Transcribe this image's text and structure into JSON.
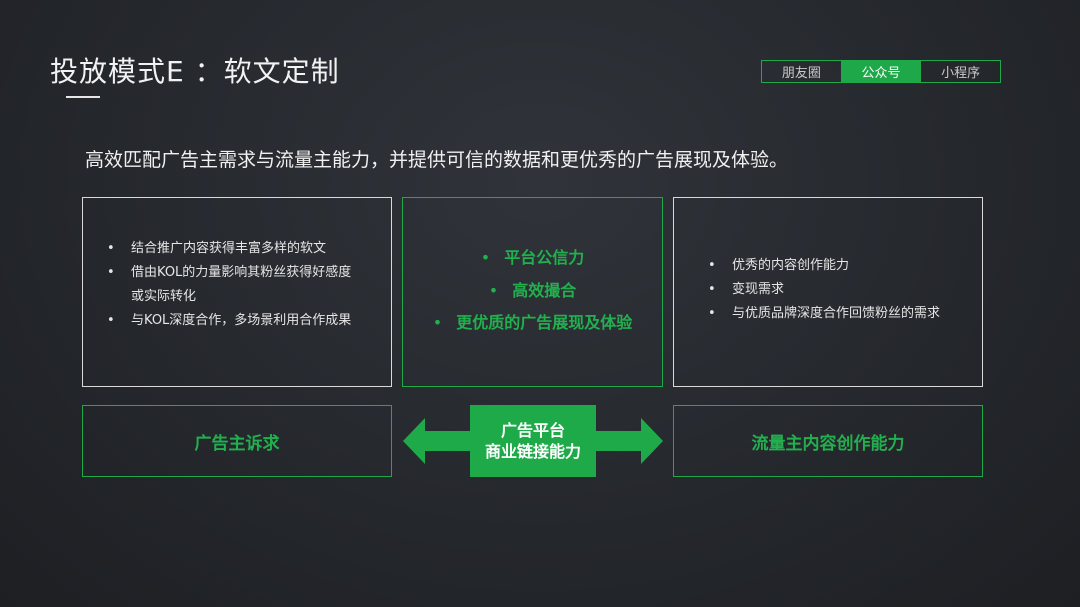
{
  "header": {
    "title": "投放模式E ：软文定制"
  },
  "tabs": [
    {
      "label": "朋友圈",
      "active": false
    },
    {
      "label": "公众号",
      "active": true
    },
    {
      "label": "小程序",
      "active": false
    }
  ],
  "subtitle": "高效匹配广告主需求与流量主能力，并提供可信的数据和更优秀的广告展现及体验。",
  "left_box": {
    "items": [
      "结合推广内容获得丰富多样的软文",
      "借由KOL的力量影响其粉丝获得好感度或实际转化",
      "与KOL深度合作，多场景利用合作成果"
    ]
  },
  "center_box": {
    "items": [
      "平台公信力",
      "高效撮合",
      "更优质的广告展现及体验"
    ]
  },
  "right_box": {
    "items": [
      "优秀的内容创作能力",
      "变现需求",
      "与优质品牌深度合作回馈粉丝的需求"
    ]
  },
  "bottom": {
    "left_label": "广告主诉求",
    "center_line1": "广告平台",
    "center_line2": "商业链接能力",
    "right_label": "流量主内容创作能力"
  },
  "colors": {
    "accent_green": "#1faa4a",
    "background": "#25282d",
    "border_white": "#d9d9d9"
  }
}
